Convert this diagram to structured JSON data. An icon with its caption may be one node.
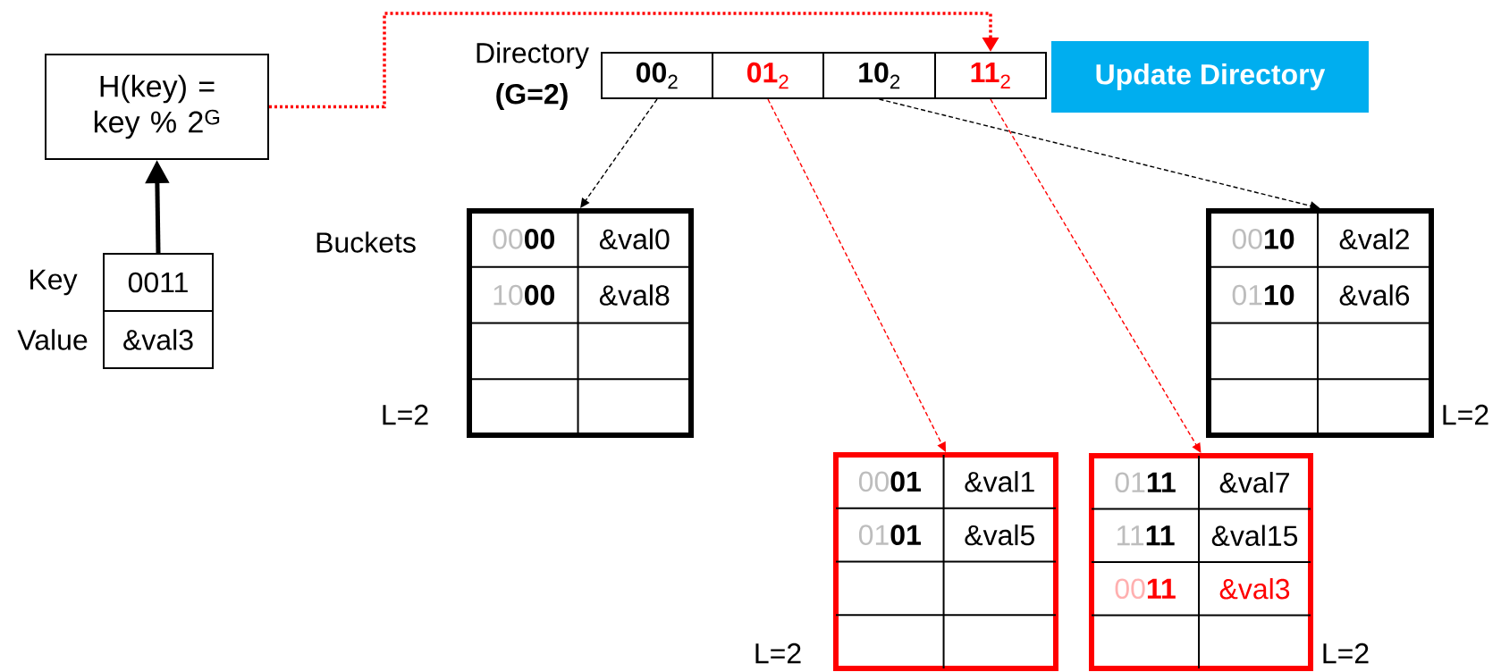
{
  "diagram": {
    "nodes": [
      {
        "text": [
          "H(key) = key % 2$^{G}$"
        ]
      },
      {
        "text": [
          "0011",
          "&val3"
        ],
        "beside": [
          "Key",
          "Value"
        ]
      },
      {
        "text": [
          "**00**$_{2}$"
        ]
      },
      {
        "text": [
          "**01**$_{2}$"
        ]
      },
      {
        "text": [
          "**10**$_{2}$"
        ]
      },
      {
        "text": [
          "**11**$_{2}$"
        ]
      },
      {
        "text": [
          "Update Directory"
        ]
      },
      {
        "text": [
          "00**00**",
          "&val0",
          "10**00**",
          "&val8"
        ],
        "beside": [
          "L=2"
        ]
      },
      {
        "text": [
          "00**10**",
          "&val2",
          "01**10**",
          "&val6"
        ],
        "beside": [
          "L=2"
        ]
      },
      {
        "text": [
          "00**01**",
          "&val1",
          "01**01**",
          "&val5"
        ],
        "beside": [
          "L=2"
        ]
      },
      {
        "text": [
          "01**11**",
          "&val7",
          "11**11**",
          "&val15",
          "00**11**",
          "&val3"
        ],
        "beside": [
          "L=2"
        ]
      }
    ],
    "edges": [
      {
        "from": 1,
        "to": 0,
        "arrow": "to",
        "style": "thick"
      },
      {
        "from": 0,
        "to": 5,
        "arrow": "to",
        "style": "dashed",
        "color": "#ff0000"
      },
      {
        "from": 2,
        "to": 7,
        "arrow": "to",
        "style": "dashed"
      },
      {
        "from": 3,
        "to": 9,
        "arrow": "to",
        "style": "dashed",
        "color": "#ff0000"
      },
      {
        "from": 4,
        "to": 8,
        "arrow": "to",
        "style": "dashed"
      },
      {
        "from": 5,
        "to": 10,
        "arrow": "to",
        "style": "dashed",
        "color": "#ff0000"
      }
    ],
    "labels": [
      "Directory",
      "(G=2)",
      "Buckets"
    ]
  }
}
